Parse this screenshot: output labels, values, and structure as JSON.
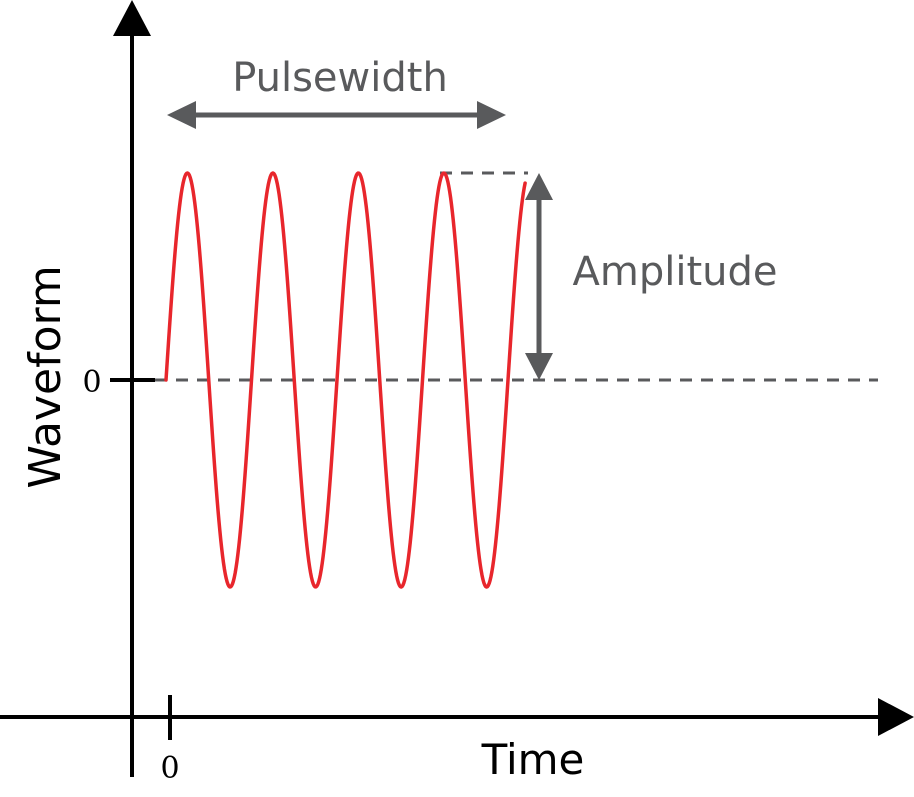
{
  "labels": {
    "pulsewidth": "Pulsewidth",
    "amplitude": "Amplitude",
    "y_axis": "Waveform",
    "x_axis": "Time",
    "y_zero": "0",
    "x_zero": "0"
  },
  "waveform": {
    "cycles": 4,
    "start_phase": "zero-rising",
    "end_phase_fraction": 0.2
  },
  "colors": {
    "axis": "#000000",
    "wave": "#e8262c",
    "annotation": "#595a5c",
    "text_gray": "#595a5c",
    "text_black": "#000000"
  }
}
